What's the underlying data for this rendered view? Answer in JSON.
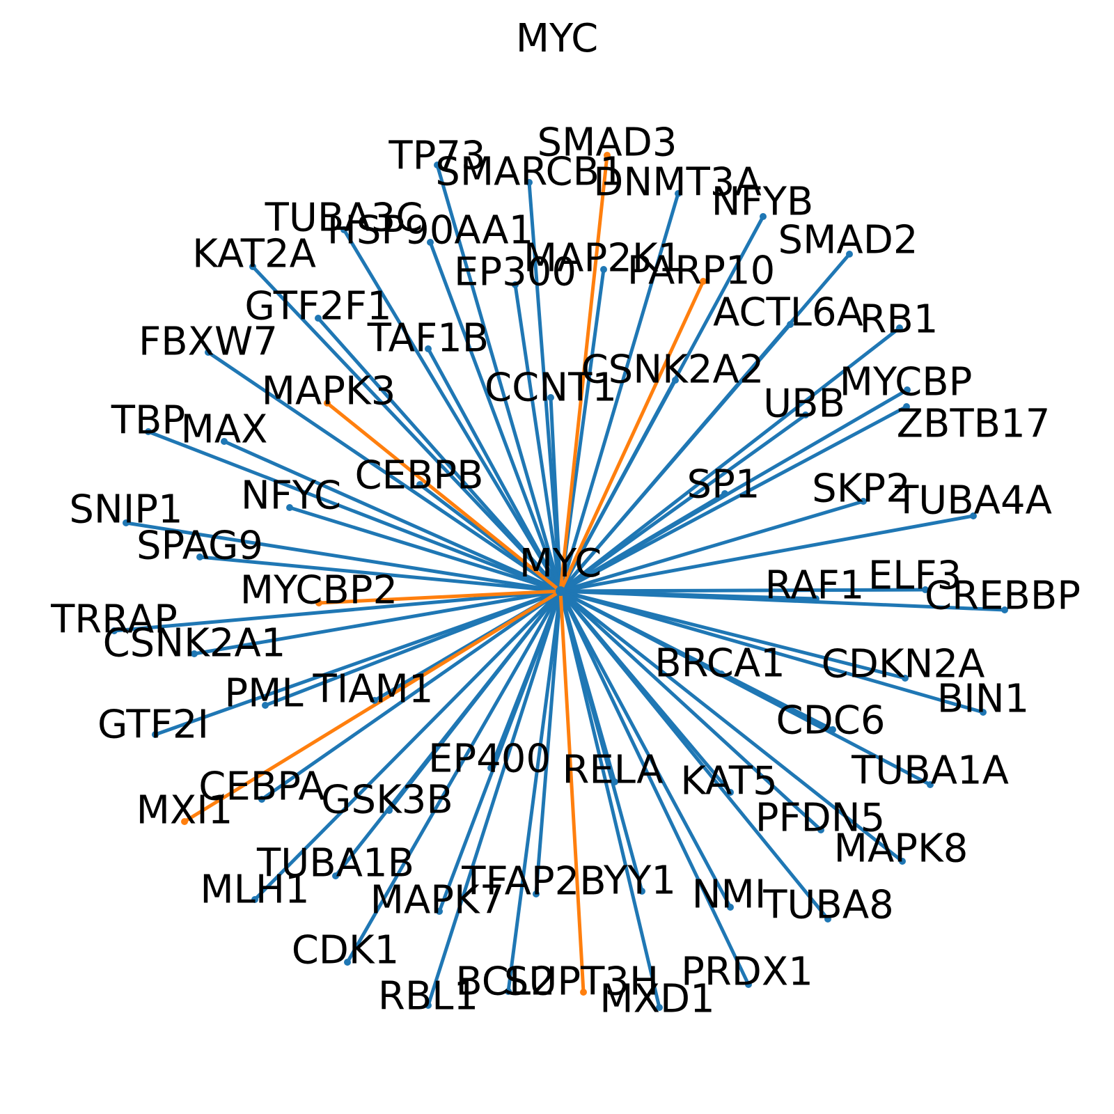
{
  "title": "MYC",
  "center": {
    "label": "MYC"
  },
  "colors": {
    "default_edge": "#1f77b4",
    "highlight_edge": "#ff7f0e",
    "text": "#000000",
    "background": "#ffffff"
  },
  "nodes": [
    {
      "label": "SMAD3",
      "highlight": true
    },
    {
      "label": "DNMT3A",
      "highlight": false
    },
    {
      "label": "NFYB",
      "highlight": false
    },
    {
      "label": "SMAD2",
      "highlight": false
    },
    {
      "label": "PARP10",
      "highlight": true
    },
    {
      "label": "ACTL6A",
      "highlight": false
    },
    {
      "label": "RB1",
      "highlight": false
    },
    {
      "label": "CSNK2A2",
      "highlight": false
    },
    {
      "label": "MYCBP",
      "highlight": false
    },
    {
      "label": "UBB",
      "highlight": false
    },
    {
      "label": "ZBTB17",
      "highlight": false
    },
    {
      "label": "SP1",
      "highlight": false
    },
    {
      "label": "SKP2",
      "highlight": false
    },
    {
      "label": "TUBA4A",
      "highlight": false
    },
    {
      "label": "ELF3",
      "highlight": false
    },
    {
      "label": "RAF1",
      "highlight": false
    },
    {
      "label": "CREBBP",
      "highlight": false
    },
    {
      "label": "BRCA1",
      "highlight": false
    },
    {
      "label": "CDKN2A",
      "highlight": false
    },
    {
      "label": "BIN1",
      "highlight": false
    },
    {
      "label": "CDC6",
      "highlight": false
    },
    {
      "label": "TUBA1A",
      "highlight": false
    },
    {
      "label": "KAT5",
      "highlight": false
    },
    {
      "label": "PFDN5",
      "highlight": false
    },
    {
      "label": "MAPK8",
      "highlight": false
    },
    {
      "label": "TUBA8",
      "highlight": false
    },
    {
      "label": "NMI",
      "highlight": false
    },
    {
      "label": "PRDX1",
      "highlight": false
    },
    {
      "label": "RELA",
      "highlight": false
    },
    {
      "label": "YY1",
      "highlight": false
    },
    {
      "label": "MXD1",
      "highlight": false
    },
    {
      "label": "SUPT3H",
      "highlight": true
    },
    {
      "label": "TFAP2B",
      "highlight": false
    },
    {
      "label": "BCL2",
      "highlight": false
    },
    {
      "label": "RBL1",
      "highlight": false
    },
    {
      "label": "EP400",
      "highlight": false
    },
    {
      "label": "MAPK7",
      "highlight": false
    },
    {
      "label": "CDK1",
      "highlight": false
    },
    {
      "label": "GSK3B",
      "highlight": false
    },
    {
      "label": "TUBA1B",
      "highlight": false
    },
    {
      "label": "MLH1",
      "highlight": false
    },
    {
      "label": "CEBPA",
      "highlight": false
    },
    {
      "label": "MXI1",
      "highlight": true
    },
    {
      "label": "TIAM1",
      "highlight": false
    },
    {
      "label": "PML",
      "highlight": false
    },
    {
      "label": "GTF2I",
      "highlight": false
    },
    {
      "label": "CSNK2A1",
      "highlight": false
    },
    {
      "label": "TRRAP",
      "highlight": false
    },
    {
      "label": "MYCBP2",
      "highlight": true
    },
    {
      "label": "SPAG9",
      "highlight": false
    },
    {
      "label": "SNIP1",
      "highlight": false
    },
    {
      "label": "NFYC",
      "highlight": false
    },
    {
      "label": "MAX",
      "highlight": false
    },
    {
      "label": "TBP",
      "highlight": false
    },
    {
      "label": "CEBPB",
      "highlight": false
    },
    {
      "label": "MAPK3",
      "highlight": true
    },
    {
      "label": "FBXW7",
      "highlight": false
    },
    {
      "label": "GTF2F1",
      "highlight": false
    },
    {
      "label": "KAT2A",
      "highlight": false
    },
    {
      "label": "TAF1B",
      "highlight": false
    },
    {
      "label": "TUBA3C",
      "highlight": false
    },
    {
      "label": "HSP90AA1",
      "highlight": false
    },
    {
      "label": "EP300",
      "highlight": false
    },
    {
      "label": "CCNT1",
      "highlight": false
    },
    {
      "label": "TP73",
      "highlight": false
    },
    {
      "label": "SMARCB1",
      "highlight": false
    },
    {
      "label": "MAP2K1",
      "highlight": false
    }
  ]
}
